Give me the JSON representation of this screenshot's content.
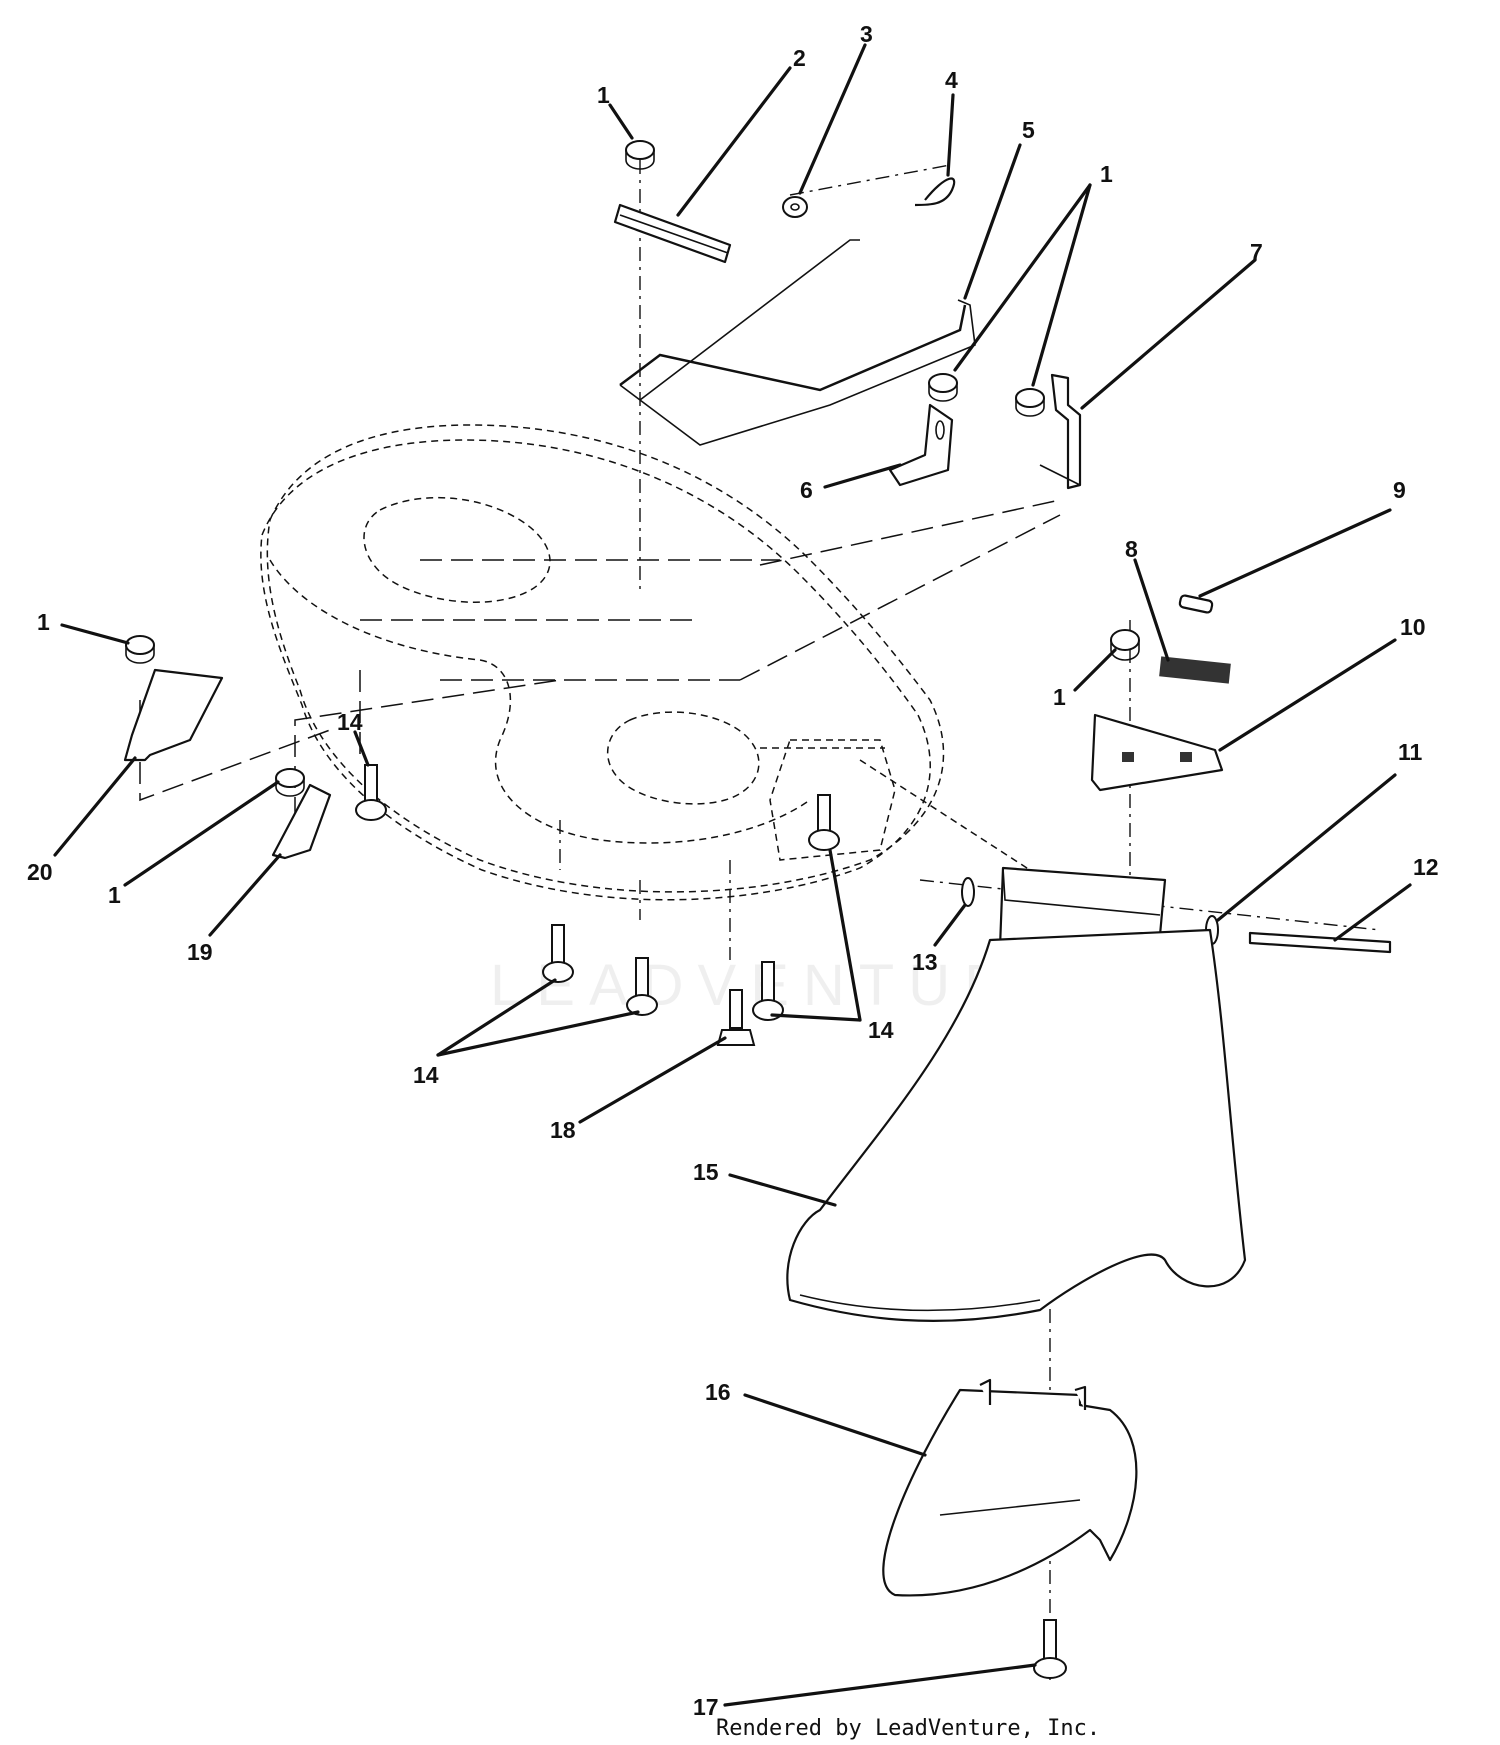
{
  "callouts": [
    {
      "id": "c1a",
      "label": "1"
    },
    {
      "id": "c2",
      "label": "2"
    },
    {
      "id": "c3",
      "label": "3"
    },
    {
      "id": "c4",
      "label": "4"
    },
    {
      "id": "c5",
      "label": "5"
    },
    {
      "id": "c1b",
      "label": "1"
    },
    {
      "id": "c7",
      "label": "7"
    },
    {
      "id": "c6",
      "label": "6"
    },
    {
      "id": "c9",
      "label": "9"
    },
    {
      "id": "c8",
      "label": "8"
    },
    {
      "id": "c10",
      "label": "10"
    },
    {
      "id": "c1c",
      "label": "1"
    },
    {
      "id": "c11",
      "label": "11"
    },
    {
      "id": "c12",
      "label": "12"
    },
    {
      "id": "c1d",
      "label": "1"
    },
    {
      "id": "c14a",
      "label": "14"
    },
    {
      "id": "c20",
      "label": "20"
    },
    {
      "id": "c1e",
      "label": "1"
    },
    {
      "id": "c19",
      "label": "19"
    },
    {
      "id": "c13",
      "label": "13"
    },
    {
      "id": "c14b",
      "label": "14"
    },
    {
      "id": "c14c",
      "label": "14"
    },
    {
      "id": "c18",
      "label": "18"
    },
    {
      "id": "c15",
      "label": "15"
    },
    {
      "id": "c16",
      "label": "16"
    },
    {
      "id": "c17",
      "label": "17"
    }
  ],
  "watermark": "LEADVENTURE",
  "credit": "Rendered by LeadVenture, Inc."
}
